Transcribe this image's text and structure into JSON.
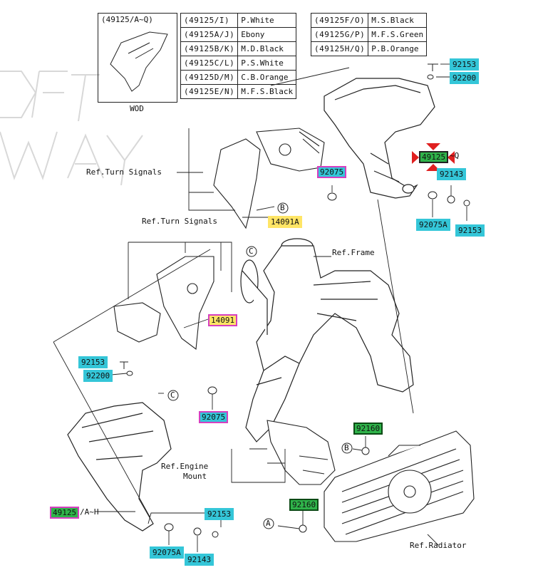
{
  "wod_box": {
    "header": "(49125/A~Q)",
    "label": "WOD"
  },
  "color_table_left": [
    {
      "code": "(49125/I)",
      "color": "P.White"
    },
    {
      "code": "(49125A/J)",
      "color": "Ebony"
    },
    {
      "code": "(49125B/K)",
      "color": "M.D.Black"
    },
    {
      "code": "(49125C/L)",
      "color": "P.S.White"
    },
    {
      "code": "(49125D/M)",
      "color": "C.B.Orange"
    },
    {
      "code": "(49125E/N)",
      "color": "M.F.S.Black"
    }
  ],
  "color_table_right": [
    {
      "code": "(49125F/O)",
      "color": "M.S.Black"
    },
    {
      "code": "(49125G/P)",
      "color": "M.F.S.Green"
    },
    {
      "code": "(49125H/Q)",
      "color": "P.B.Orange"
    }
  ],
  "refs": {
    "turn_signals_top": "Ref.Turn Signals",
    "turn_signals_mid": "Ref.Turn Signals",
    "frame": "Ref.Frame",
    "engine_mount_1": "Ref.Engine",
    "engine_mount_2": "Mount",
    "radiator": "Ref.Radiator"
  },
  "parts": {
    "p92153_top": "92153",
    "p92200_top": "92200",
    "p49125_top": "49125",
    "p49125_top_suffix": "~Q",
    "p92143_top": "92143",
    "p92075_top": "92075",
    "p92075A_right": "92075A",
    "p92153_right": "92153",
    "p14091A": "14091A",
    "p14091": "14091",
    "p92153_left": "92153",
    "p92200_left": "92200",
    "p92075_mid": "92075",
    "p92160_upper": "92160",
    "p92160_lower": "92160",
    "p49125_bottom": "49125",
    "p49125_bottom_suffix": "/A~H",
    "p92153_bottom": "92153",
    "p92075A_bottom": "92075A",
    "p92143_bottom": "92143"
  },
  "letters": {
    "b1": "B",
    "b2": "B",
    "c1": "C",
    "c2": "C",
    "a1": "A"
  },
  "colors": {
    "cyan": "#34c6d8",
    "yellow": "#ffe566",
    "green": "#2fb34a",
    "magenta": "#d63fc0",
    "red": "#e02020"
  }
}
